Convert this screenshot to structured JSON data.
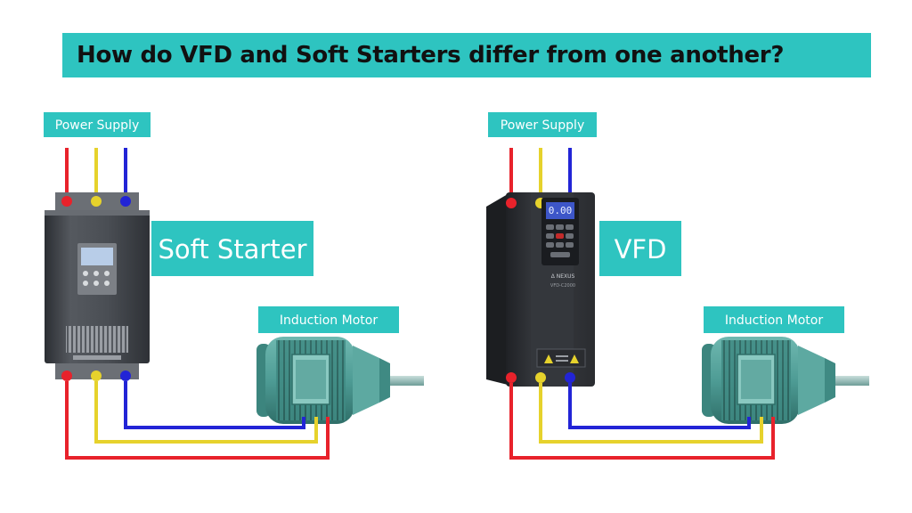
{
  "title": "How do VFD and Soft Starters differ from one another?",
  "soft_starter": {
    "power_label": "Power Supply",
    "device_label": "Soft Starter",
    "motor_label": "Induction Motor"
  },
  "vfd": {
    "power_label": "Power Supply",
    "device_label": "VFD",
    "motor_label": "Induction Motor",
    "brand": "Δ NEXUS",
    "model": "VFD-C2000",
    "lcd": "0.00"
  },
  "colors": {
    "accent": "#2ec4c0",
    "phase_red": "#e8222b",
    "phase_yellow": "#e6d22c",
    "phase_blue": "#2224d6",
    "motor": "#4e9c95",
    "device_body": "#3c3f44"
  }
}
